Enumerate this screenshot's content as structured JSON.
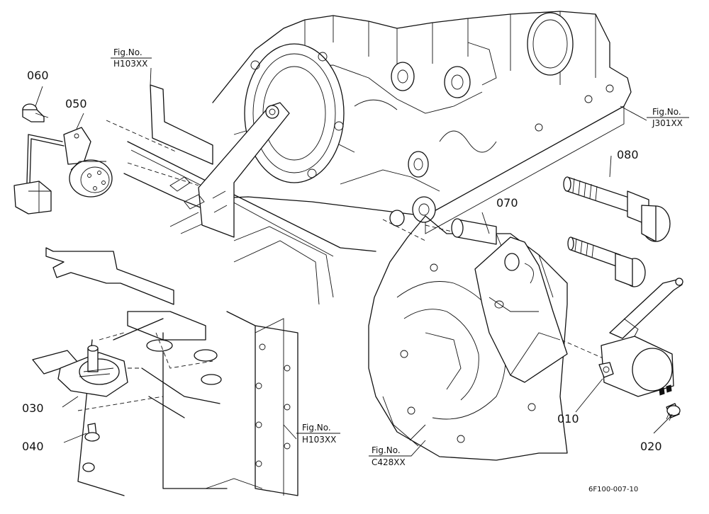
{
  "parts": [
    {
      "id": "p010",
      "label": "010"
    },
    {
      "id": "p020",
      "label": "020"
    },
    {
      "id": "p030",
      "label": "030"
    },
    {
      "id": "p040",
      "label": "040"
    },
    {
      "id": "p050",
      "label": "050"
    },
    {
      "id": "p060",
      "label": "060"
    },
    {
      "id": "p070",
      "label": "070"
    },
    {
      "id": "p080",
      "label": "080"
    }
  ],
  "figure_refs": [
    {
      "id": "h103_top",
      "line1": "Fig.No.",
      "line2": "H103XX"
    },
    {
      "id": "j301",
      "line1": "Fig.No.",
      "line2": "J301XX"
    },
    {
      "id": "h103_bottom",
      "line1": "Fig.No.",
      "line2": "H103XX"
    },
    {
      "id": "c428",
      "line1": "Fig.No.",
      "line2": "C428XX"
    }
  ],
  "drawing_code": "6F100-007-10"
}
